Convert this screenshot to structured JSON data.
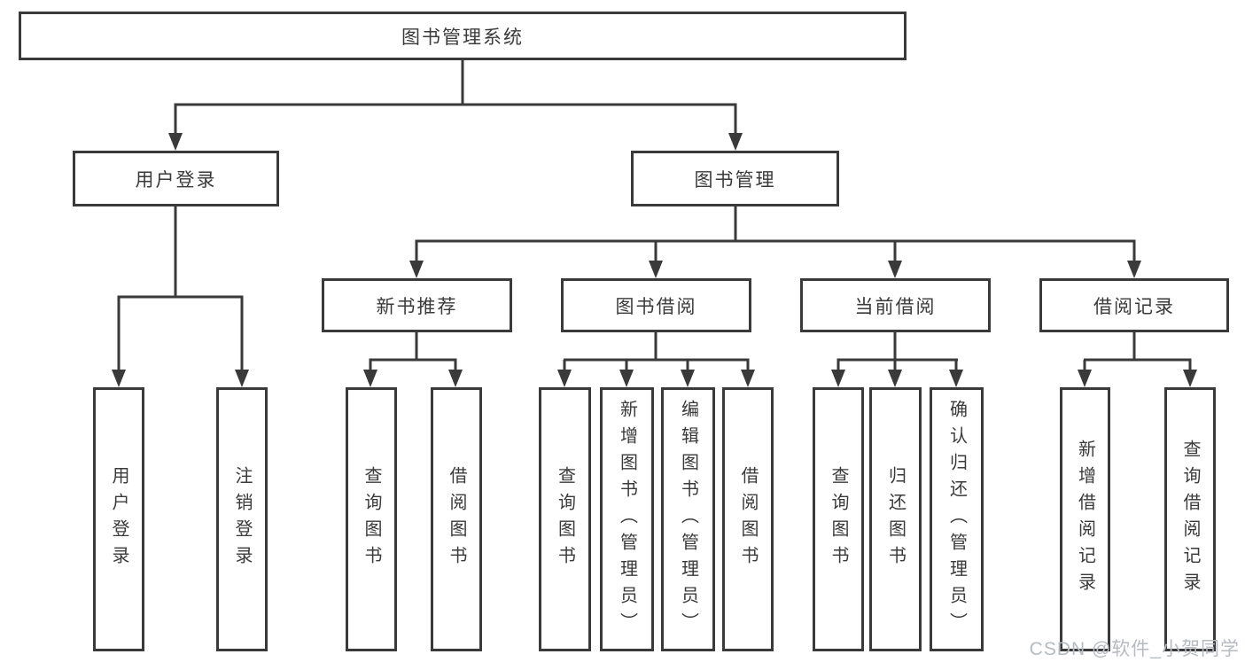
{
  "colors": {
    "line": "#3a3a3a",
    "box_border": "#3a3a3a",
    "text": "#3a3a3a",
    "watermark": "#b6bac1",
    "background": "#ffffff"
  },
  "tree": {
    "label": "图书管理系统",
    "children": [
      {
        "label": "用户登录",
        "children": [
          {
            "label": "用户登录"
          },
          {
            "label": "注销登录"
          }
        ]
      },
      {
        "label": "图书管理",
        "children": [
          {
            "label": "新书推荐",
            "children": [
              {
                "label": "查询图书"
              },
              {
                "label": "借阅图书"
              }
            ]
          },
          {
            "label": "图书借阅",
            "children": [
              {
                "label": "查询图书"
              },
              {
                "label": "新增图书（管理员）"
              },
              {
                "label": "编辑图书（管理员）"
              },
              {
                "label": "借阅图书"
              }
            ]
          },
          {
            "label": "当前借阅",
            "children": [
              {
                "label": "查询图书"
              },
              {
                "label": "归还图书"
              },
              {
                "label": "确认归还（管理员）"
              }
            ]
          },
          {
            "label": "借阅记录",
            "children": [
              {
                "label": "新增借阅记录"
              },
              {
                "label": "查询借阅记录"
              }
            ]
          }
        ]
      }
    ]
  },
  "watermark": {
    "text": "CSDN @软件_小贺同学"
  }
}
